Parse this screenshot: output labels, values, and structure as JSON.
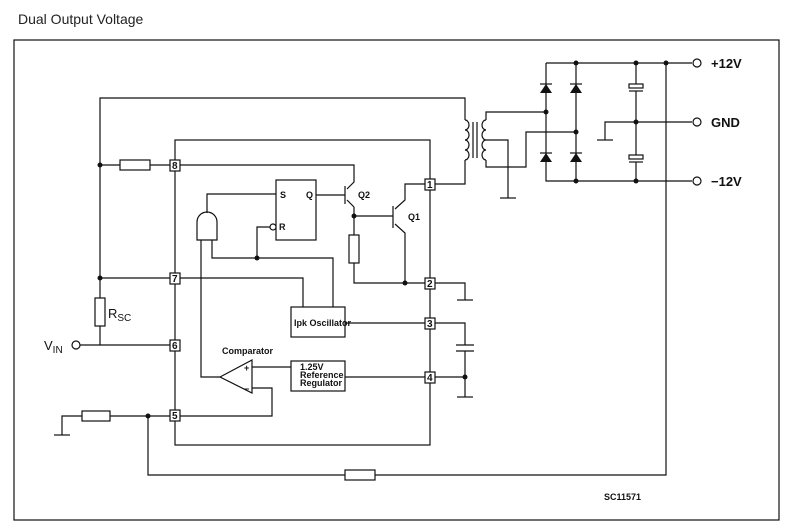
{
  "title": "Dual Output Voltage",
  "labels": {
    "vin": "V",
    "vin_sub": "IN",
    "rsc": "R",
    "rsc_sub": "SC",
    "q1": "Q1",
    "q2": "Q2",
    "s": "S",
    "q": "Q",
    "r": "R",
    "oscillator": "Ipk Oscillator",
    "comparator": "Comparator",
    "ref_line1": "1.25V",
    "ref_line2": "Reference",
    "ref_line3": "Regulator",
    "plus": "+",
    "minus": "−",
    "out_pos": "+12V",
    "out_gnd": "GND",
    "out_neg": "−12V",
    "figure_code": "SC11571"
  },
  "pins": [
    "1",
    "2",
    "3",
    "4",
    "5",
    "6",
    "7",
    "8"
  ]
}
